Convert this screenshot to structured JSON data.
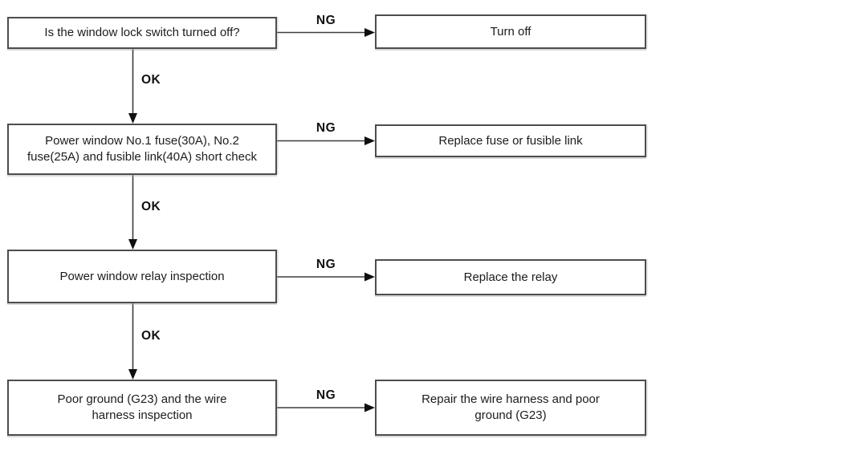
{
  "flowchart": {
    "type": "troubleshooting-flowchart",
    "colors": {
      "box_border": "#4d4d4d",
      "box_bg": "#ffffff",
      "line": "#3d3d3d",
      "arrow": "#101010",
      "text": "#1c1c1c",
      "label": "#101010",
      "page_bg": "#ffffff"
    },
    "rows": [
      {
        "check_lines": [
          "Is the window lock switch turned off?"
        ],
        "ng": "NG",
        "action_lines": [
          "Turn off"
        ],
        "ok": "OK"
      },
      {
        "check_lines": [
          "Power window No.1 fuse(30A), No.2",
          "fuse(25A) and fusible link(40A) short check"
        ],
        "ng": "NG",
        "action_lines": [
          "Replace fuse or fusible link"
        ],
        "ok": "OK"
      },
      {
        "check_lines": [
          "Power window relay inspection"
        ],
        "ng": "NG",
        "action_lines": [
          "Replace the relay"
        ],
        "ok": "OK"
      },
      {
        "check_lines": [
          "Poor ground (G23) and the wire",
          "harness inspection"
        ],
        "ng": "NG",
        "action_lines": [
          "Repair the wire harness and poor",
          "ground (G23)"
        ]
      }
    ]
  }
}
